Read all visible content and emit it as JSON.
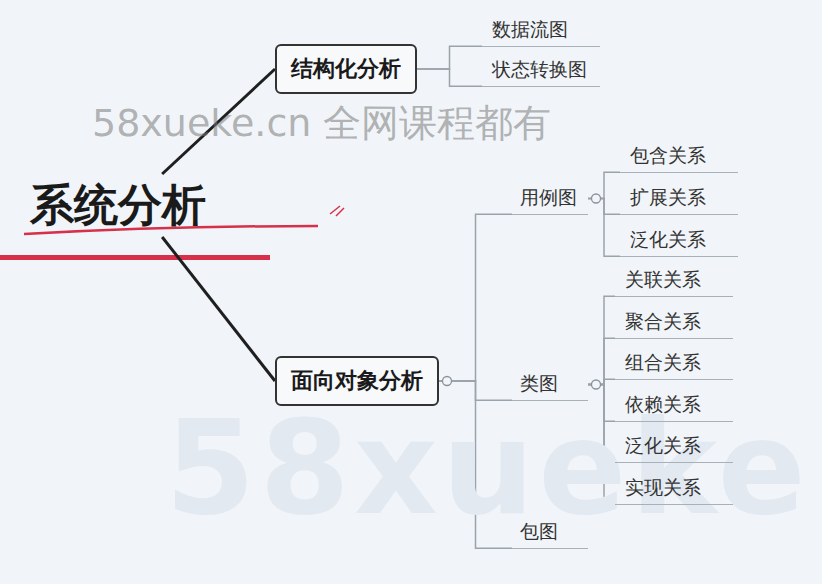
{
  "diagram": {
    "nodes": [
      {
        "text": [
          "系统分析"
        ]
      },
      {
        "text": [
          "结构化分析"
        ]
      },
      {
        "text": [
          "数据流图"
        ]
      },
      {
        "text": [
          "状态转换图"
        ]
      },
      {
        "text": [
          "面向对象分析"
        ]
      },
      {
        "text": [
          "用例图"
        ]
      },
      {
        "text": [
          "包含关系"
        ]
      },
      {
        "text": [
          "扩展关系"
        ]
      },
      {
        "text": [
          "泛化关系"
        ]
      },
      {
        "text": [
          "类图"
        ]
      },
      {
        "text": [
          "关联关系"
        ]
      },
      {
        "text": [
          "聚合关系"
        ]
      },
      {
        "text": [
          "组合关系"
        ]
      },
      {
        "text": [
          "依赖关系"
        ]
      },
      {
        "text": [
          "泛化关系"
        ]
      },
      {
        "text": [
          "实现关系"
        ]
      },
      {
        "text": [
          "包图"
        ]
      }
    ],
    "edges": [
      {
        "from": 0,
        "to": 1,
        "arrow": "none"
      },
      {
        "from": 0,
        "to": 4,
        "arrow": "none"
      },
      {
        "from": 1,
        "to": 2,
        "arrow": "none"
      },
      {
        "from": 1,
        "to": 3,
        "arrow": "none"
      },
      {
        "from": 4,
        "to": 5,
        "arrow": "none"
      },
      {
        "from": 4,
        "to": 9,
        "arrow": "none"
      },
      {
        "from": 4,
        "to": 16,
        "arrow": "none"
      },
      {
        "from": 5,
        "to": 6,
        "arrow": "none"
      },
      {
        "from": 5,
        "to": 7,
        "arrow": "none"
      },
      {
        "from": 5,
        "to": 8,
        "arrow": "none"
      },
      {
        "from": 9,
        "to": 10,
        "arrow": "none"
      },
      {
        "from": 9,
        "to": 11,
        "arrow": "none"
      },
      {
        "from": 9,
        "to": 12,
        "arrow": "none"
      },
      {
        "from": 9,
        "to": 13,
        "arrow": "none"
      },
      {
        "from": 9,
        "to": 14,
        "arrow": "none"
      },
      {
        "from": 9,
        "to": 15,
        "arrow": "none"
      }
    ],
    "labels": [
      "58xueke.cn 全网课程都有",
      "58xueke"
    ]
  }
}
